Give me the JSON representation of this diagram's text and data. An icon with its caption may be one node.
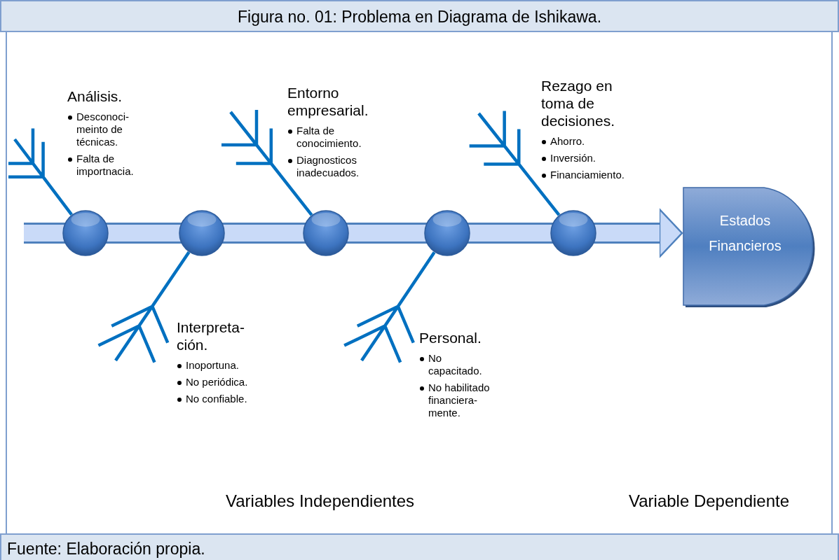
{
  "diagram": {
    "title": "Figura no. 01: Problema en Diagrama de Ishikawa.",
    "caption": "Fuente: Elaboración propia.",
    "nodes": [
      {
        "text": [
          "Análisis.",
          "Desconoci-meinto de técnicas.",
          "Falta de importnacia."
        ]
      },
      {
        "text": [
          "Interpreta-ción.",
          "Inoportuna.",
          "No periódica.",
          "No confiable."
        ]
      },
      {
        "text": [
          "Entorno empresarial.",
          "Falta de conocimiento.",
          "Diagnosticos inadecuados."
        ]
      },
      {
        "text": [
          "Personal.",
          "No capacitado.",
          "No habilitado financiera-mente."
        ]
      },
      {
        "text": [
          "Rezago en toma de decisiones.",
          "Ahorro.",
          "Inversión.",
          "Financiamiento."
        ]
      },
      {
        "text": [],
        "shape": "circle"
      },
      {
        "text": [],
        "shape": "circle"
      },
      {
        "text": [],
        "shape": "circle"
      },
      {
        "text": [],
        "shape": "circle"
      },
      {
        "text": [],
        "shape": "circle"
      },
      {
        "text": [
          "Estados Financieros"
        ]
      }
    ],
    "edges": [
      {
        "from": null,
        "to": 10,
        "arrow": "to",
        "style": "thick",
        "color": "#c9daf8"
      }
    ],
    "labels": [
      "Variables Independientes",
      "Variable Dependiente"
    ]
  }
}
